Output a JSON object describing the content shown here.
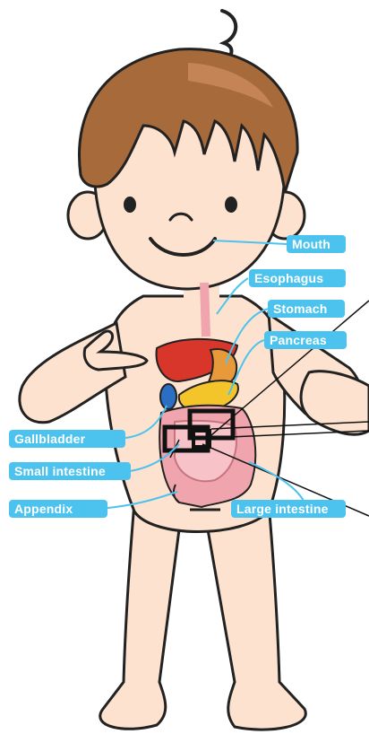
{
  "labels": {
    "mouth": "Mouth",
    "esophagus": "Esophagus",
    "stomach": "Stomach",
    "pancreas": "Pancreas",
    "gallbladder": "Gallbladder",
    "small_intestine": "Small intestine",
    "appendix": "Appendix",
    "large_intestine": "Large intestine"
  },
  "colors": {
    "label_fill": "#4cc3ee",
    "skin": "#fde3cf",
    "outline": "#222222",
    "hair": "#a76a3b",
    "liver": "#d8352b",
    "stomach": "#e89a3a",
    "pancreas": "#f3c52b",
    "gallbladder": "#2c6fc2",
    "intestine": "#f0a4ad",
    "leader_line": "#4cc3ee"
  }
}
